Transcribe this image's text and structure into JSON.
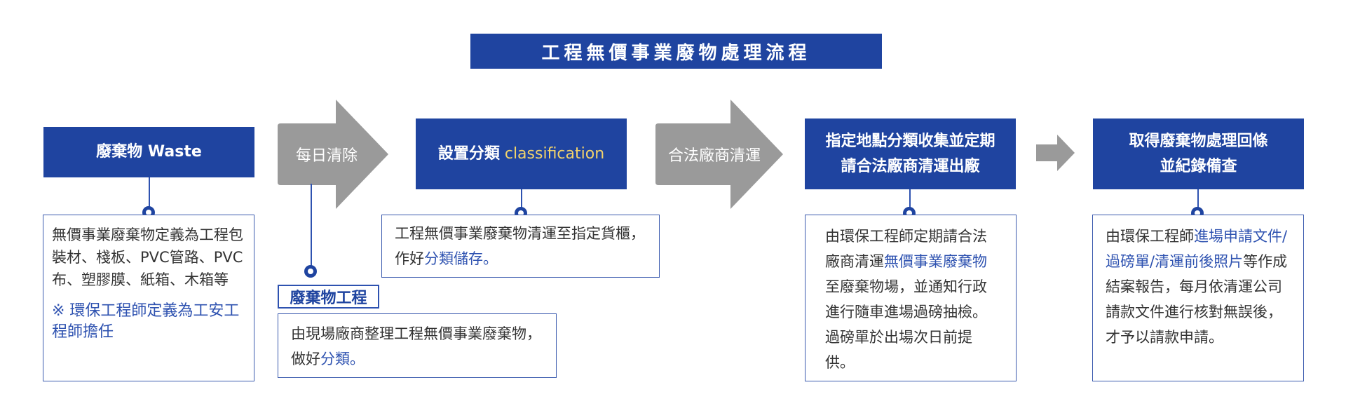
{
  "title": "工程無價事業廢物處理流程",
  "steps": {
    "waste": {
      "label": "廢棄物 Waste",
      "desc": "無價事業廢棄物定義為工程包裝材、棧板、PVC管路、PVC布、塑膠膜、紙箱、木箱等",
      "note": "※ 環保工程師定義為工安工程師擔任"
    },
    "daily_clear": {
      "label": "每日清除"
    },
    "waste_engineering": {
      "tag": "廢棄物工程",
      "desc_main": "由現場廠商整理工程無價事業廢棄物，做好",
      "desc_highlight": "分類。"
    },
    "classification": {
      "label_main": "設置分類",
      "label_en": "classification",
      "desc_main": "工程無價事業廢棄物清運至指定貨櫃，作好",
      "desc_highlight": "分類儲存。"
    },
    "legal_clear": {
      "label": "合法廠商清運"
    },
    "collection": {
      "label_line1": "指定地點分類收集並定期",
      "label_line2": "請合法廠商清運出廠",
      "desc_part1": "由環保工程師定期請合法廠商清運",
      "desc_highlight": "無價事業廢棄物",
      "desc_part2": "至廢棄物場，並通知行政進行隨車進場過磅抽檢。過磅單於出場次日前提供。"
    },
    "record": {
      "label_line1": "取得廢棄物處理回條",
      "label_line2": "並紀錄備查",
      "desc_part1": "由環保工程師",
      "desc_highlight": "進場申請文件/過磅單/清運前後照片",
      "desc_part2": "等作成結案報告，每月依清運公司請款文件進行核對無誤後，才予以請款申請。"
    }
  },
  "colors": {
    "primary_blue": "#1f44a0",
    "highlight_blue": "#2e52b0",
    "arrow_gray": "#9a9a9a",
    "accent_yellow": "#f2d36b"
  }
}
